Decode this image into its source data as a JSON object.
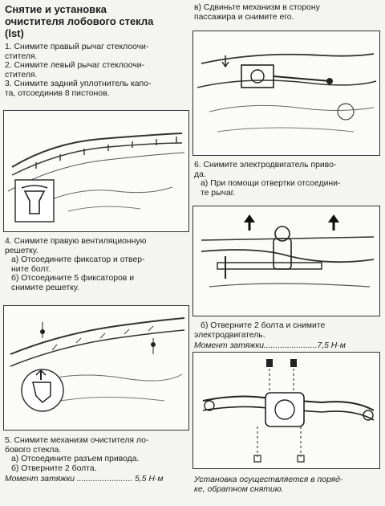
{
  "left": {
    "title_line1": "Снятие и установка",
    "title_line2": "очистителя лобового стекла",
    "title_line3": "(lst)",
    "steps_a": [
      "1. Снимите правый рычаг стеклоочи-",
      "стителя.",
      "2. Снимите левый рычаг стеклоочи-",
      "стителя.",
      "3. Снимите задний уплотнитель капо-",
      "та, отсоединив 8 пистонов."
    ],
    "steps_b": [
      "4. Снимите правую вентиляционную",
      "решетку.",
      "а) Отсоедините фиксатор и отвер-",
      "ните болт.",
      "б) Отсоедините 5 фиксаторов и",
      "снимите решетку."
    ],
    "steps_c": [
      "5. Снимите механизм очистителя ло-",
      "бового стекла.",
      "а) Отсоедините разъем привода.",
      "б) Отверните 2 болта."
    ],
    "torque": "Момент затяжки ........................ 5,5 Н·м"
  },
  "right": {
    "steps_a": [
      "в) Сдвиньте механизм в сторону",
      "пассажира и снимите его."
    ],
    "steps_b": [
      "6. Снимите электродвигатель приво-",
      "да.",
      "а) При помощи отвертки отсоедини-",
      "те рычаг."
    ],
    "steps_c": [
      "б) Отверните 2 болта и снимите",
      "электродвигатель."
    ],
    "torque": "Момент затяжки.......................7,5 Н·м",
    "footer": [
      "Установка осуществляется в поряд-",
      "ке, обратном снятию."
    ]
  }
}
